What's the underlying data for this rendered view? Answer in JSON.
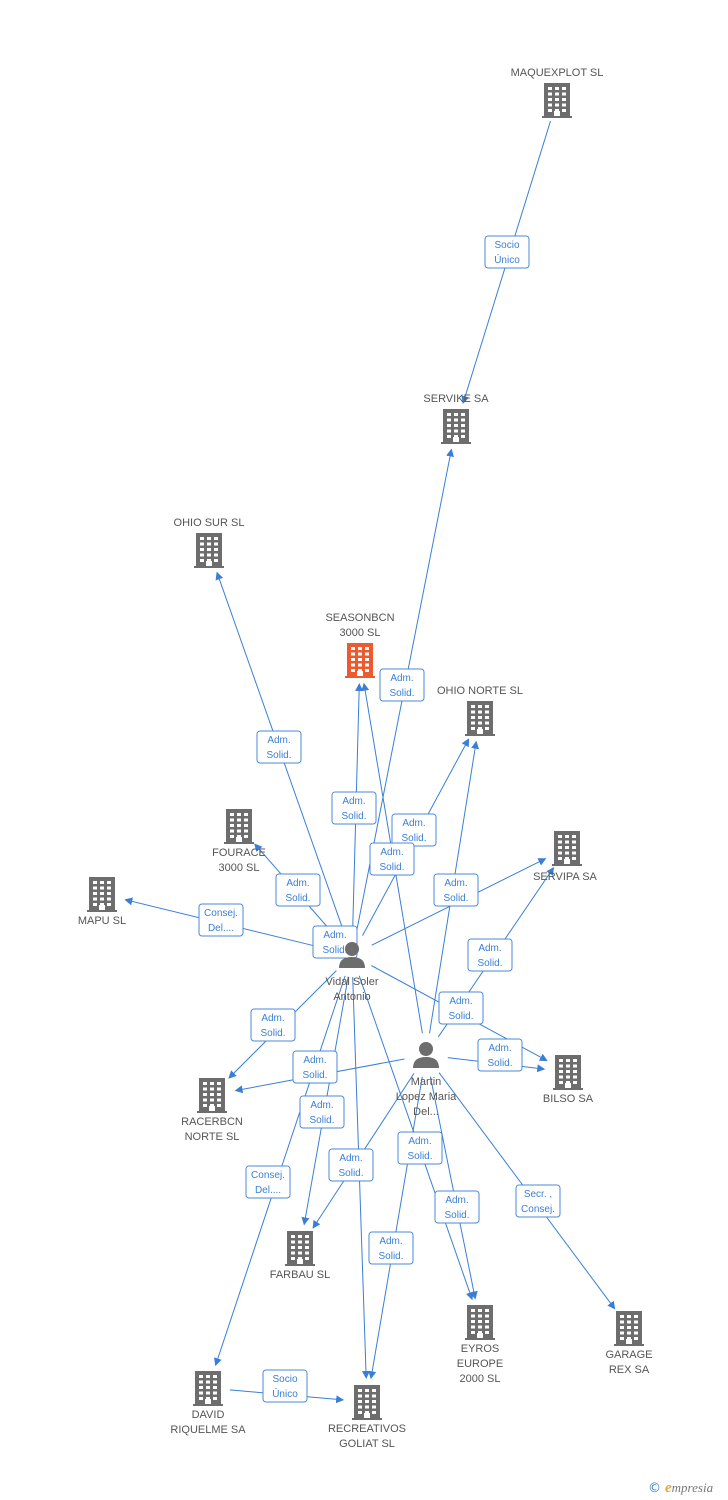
{
  "colors": {
    "edge": "#3a7fd5",
    "company": "#6d6d6d",
    "focus_company": "#ee5a2f",
    "person": "#6d6d6d"
  },
  "nodes": {
    "maquexplot": {
      "type": "company",
      "lines": [
        "MAQUEXPLOT SL"
      ]
    },
    "servike": {
      "type": "company",
      "lines": [
        "SERVIKE SA"
      ]
    },
    "ohio_sur": {
      "type": "company",
      "lines": [
        "OHIO SUR SL"
      ]
    },
    "seasonbcn": {
      "type": "company",
      "focus": true,
      "lines": [
        "SEASONBCN",
        "3000 SL"
      ]
    },
    "ohio_norte": {
      "type": "company",
      "lines": [
        "OHIO NORTE SL"
      ]
    },
    "fourace": {
      "type": "company",
      "lines": [
        "FOURACE",
        "3000 SL"
      ]
    },
    "mapu": {
      "type": "company",
      "lines": [
        "MAPU SL"
      ]
    },
    "servipa": {
      "type": "company",
      "lines": [
        "SERVIPA SA"
      ]
    },
    "vidal": {
      "type": "person",
      "lines": [
        "Vidal Soler",
        "Antonio"
      ]
    },
    "martin": {
      "type": "person",
      "lines": [
        "Martin",
        "Lopez Maria",
        "Del..."
      ]
    },
    "bilso": {
      "type": "company",
      "lines": [
        "BILSO SA"
      ]
    },
    "racerbcn": {
      "type": "company",
      "lines": [
        "RACERBCN",
        "NORTE SL"
      ]
    },
    "farbau": {
      "type": "company",
      "lines": [
        "FARBAU SL"
      ]
    },
    "eyros": {
      "type": "company",
      "lines": [
        "EYROS",
        "EUROPE",
        "2000 SL"
      ]
    },
    "garage": {
      "type": "company",
      "lines": [
        "GARAGE",
        "REX SA"
      ]
    },
    "david": {
      "type": "company",
      "lines": [
        "DAVID",
        "RIQUELME SA"
      ]
    },
    "recreativos": {
      "type": "company",
      "lines": [
        "RECREATIVOS",
        "GOLIAT SL"
      ]
    }
  },
  "edges": [
    {
      "from": "maquexplot",
      "to": "servike",
      "label": [
        "Socio",
        "Único"
      ]
    },
    {
      "from": "vidal",
      "to": "servike",
      "label": [
        "Adm.",
        "Solid."
      ]
    },
    {
      "from": "vidal",
      "to": "ohio_sur",
      "label": [
        "Adm.",
        "Solid."
      ]
    },
    {
      "from": "vidal",
      "to": "seasonbcn",
      "label": [
        "Adm.",
        "Solid."
      ]
    },
    {
      "from": "martin",
      "to": "seasonbcn",
      "label": []
    },
    {
      "from": "vidal",
      "to": "ohio_norte",
      "label": [
        "Adm.",
        "Solid."
      ]
    },
    {
      "from": "martin",
      "to": "ohio_norte",
      "label": [
        "Adm.",
        "Solid."
      ]
    },
    {
      "from": "vidal",
      "to": "fourace",
      "label": [
        "Adm.",
        "Solid."
      ]
    },
    {
      "from": "vidal",
      "to": "mapu",
      "label": [
        "Consej.",
        "Del...."
      ]
    },
    {
      "from": "vidal",
      "to": "servipa",
      "label": [
        "Adm.",
        "Solid."
      ]
    },
    {
      "from": "martin",
      "to": "servipa",
      "label": [
        "Adm.",
        "Solid."
      ]
    },
    {
      "from": "vidal",
      "to": "bilso",
      "label": [
        "Adm.",
        "Solid."
      ]
    },
    {
      "from": "martin",
      "to": "bilso",
      "label": [
        "Adm.",
        "Solid."
      ]
    },
    {
      "from": "vidal",
      "to": "racerbcn",
      "label": [
        "Adm.",
        "Solid."
      ]
    },
    {
      "from": "martin",
      "to": "racerbcn",
      "label": [
        "Adm.",
        "Solid."
      ]
    },
    {
      "from": "vidal",
      "to": "farbau",
      "label": [
        "Adm.",
        "Solid."
      ]
    },
    {
      "from": "martin",
      "to": "farbau",
      "label": [
        "Adm.",
        "Solid."
      ]
    },
    {
      "from": "vidal",
      "to": "eyros",
      "label": [
        "Adm.",
        "Solid."
      ]
    },
    {
      "from": "martin",
      "to": "eyros",
      "label": [
        "Adm.",
        "Solid."
      ]
    },
    {
      "from": "martin",
      "to": "garage",
      "label": [
        "Secr. ,",
        "Consej."
      ]
    },
    {
      "from": "vidal",
      "to": "david",
      "label": [
        "Consej.",
        "Del...."
      ]
    },
    {
      "from": "vidal",
      "to": "recreativos",
      "label": [
        "Adm.",
        "Solid."
      ]
    },
    {
      "from": "martin",
      "to": "recreativos",
      "label": [
        "Adm.",
        "Solid."
      ]
    },
    {
      "from": "david",
      "to": "recreativos",
      "label": [
        "Socio",
        "Único"
      ]
    }
  ],
  "footer": {
    "copyright": "©",
    "brand_initial": "e",
    "brand_rest": "mpresia"
  }
}
